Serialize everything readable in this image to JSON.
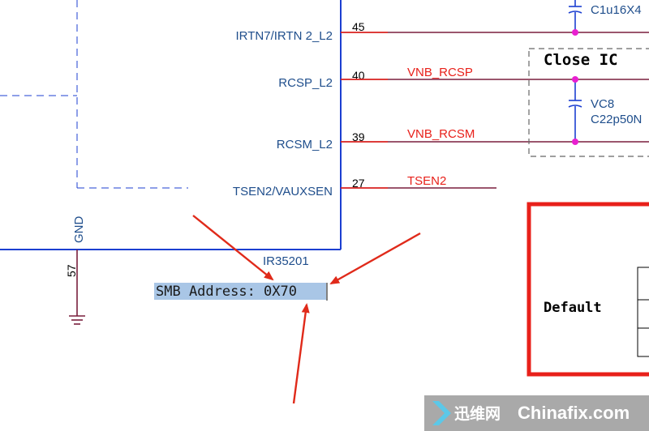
{
  "chip": {
    "name": "IR35201",
    "pins": [
      {
        "name": "IRTN7/IRTN 2_L2",
        "number": "45"
      },
      {
        "name": "RCSP_L2",
        "number": "40"
      },
      {
        "name": "RCSM_L2",
        "number": "39"
      },
      {
        "name": "TSEN2/VAUXSEN",
        "number": "27"
      }
    ]
  },
  "nets": {
    "rcsp": "VNB_RCSP",
    "rcsm": "VNB_RCSM",
    "tsen": "TSEN2"
  },
  "gnd": {
    "label": "GND",
    "pin_number": "57"
  },
  "components": {
    "top_cap": "C1u16X4",
    "vc_ref": "VC8",
    "vc_value": "C22p50N"
  },
  "close_ic_label": "Close IC",
  "default_label": "Default",
  "smb_address_text": "SMB Address: 0X70",
  "watermark": {
    "cn": "迅维网",
    "en": "Chinafix.com"
  },
  "colors": {
    "wire": "#7a1f3d",
    "chip_outline": "#1c3fd1",
    "net_label": "#e8201a",
    "pin_label": "#1f4e8c",
    "junction": "#e81fd0",
    "arrow": "#e02a1a",
    "highlight": "#a9c6e6",
    "red_box": "#e8201a"
  }
}
